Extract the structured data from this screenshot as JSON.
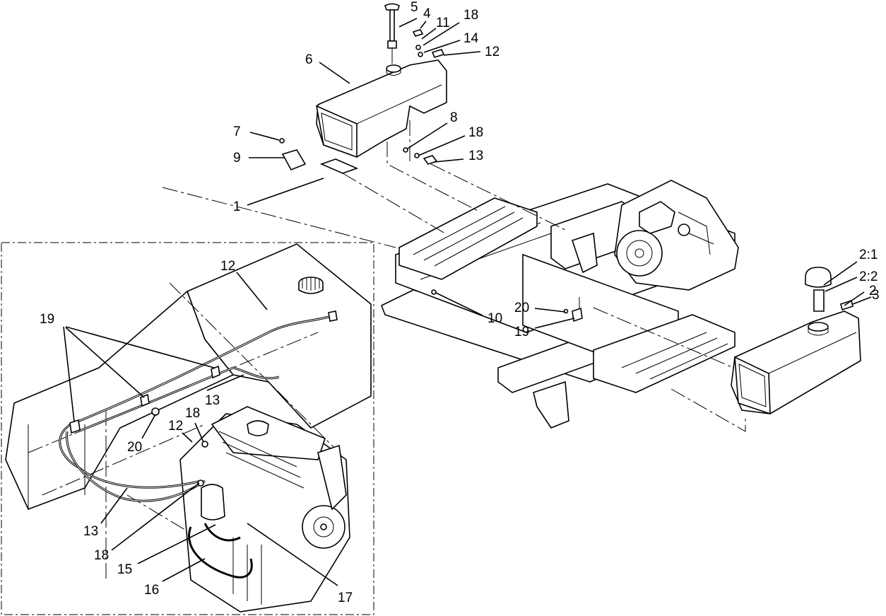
{
  "callouts": {
    "c1": "1",
    "c2": "2",
    "c2_1": "2:1",
    "c2_2": "2:2",
    "c3": "3",
    "c4": "4",
    "c5": "5",
    "c6": "6",
    "c7": "7",
    "c8": "8",
    "c9": "9",
    "c10": "10",
    "c11": "11",
    "c12a": "12",
    "c13a": "13",
    "c14": "14",
    "c18a": "18",
    "c18b": "18",
    "c19a": "19",
    "c20a": "20",
    "d12a": "12",
    "d12b": "12",
    "d13a": "13",
    "d13b": "13",
    "d15": "15",
    "d16": "16",
    "d17": "17",
    "d18a": "18",
    "d18b": "18",
    "d19": "19",
    "d20": "20"
  }
}
